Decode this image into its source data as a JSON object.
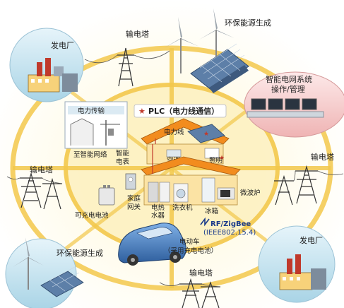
{
  "labels": {
    "power_plant": "发电厂",
    "transmission_tower": "输电塔",
    "renewable_generation": "环保能源生成",
    "power_transmission": "电力传输",
    "plc_star": "★",
    "plc": "PLC（电力线通信）",
    "smart_grid_system_line1": "智能电网系统",
    "smart_grid_system_line2": "操作/管理",
    "to_smart_grid": "至智能网络",
    "smart_meter_line1": "智能",
    "smart_meter_line2": "电表",
    "power_line": "电力线",
    "air_conditioner": "空调",
    "lighting": "照明",
    "home_gateway_line1": "家庭",
    "home_gateway_line2": "网关",
    "water_heater_line1": "电热",
    "water_heater_line2": "水器",
    "washing_machine": "洗衣机",
    "refrigerator": "冰箱",
    "microwave": "微波炉",
    "rechargeable_battery": "可充电电池",
    "rf_zigbee": "RF/ZigBee",
    "ieee": "(IEEE802.15.4)",
    "ev_line1": "电动车",
    "ev_line2": "（采用充电电池）"
  },
  "colors": {
    "ring": "#f3c84b",
    "ring_fill": "#fbeaa8",
    "bubble_blue": "#bfe0ee",
    "bubble_pink": "#f4c9c9",
    "roof": "#f28c1e",
    "house_wall": "#fbe3a4",
    "car": "#4a7fc0",
    "solar": "#5d7fa8"
  }
}
